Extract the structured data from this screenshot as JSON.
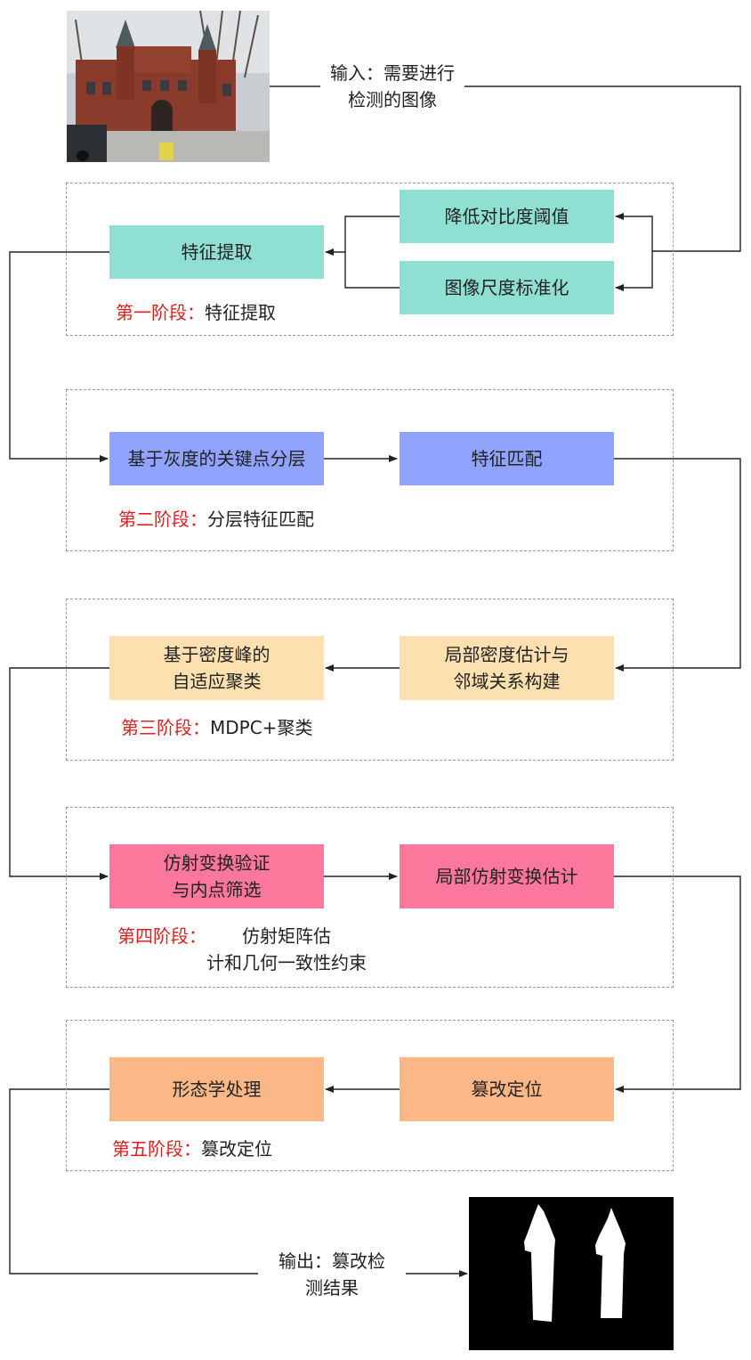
{
  "colors": {
    "teal": "#8fe0d2",
    "blue": "#8fa3ff",
    "peach": "#fde0b0",
    "pink": "#fb779b",
    "orange": "#fbb785",
    "stage_label_red": "#e02020"
  },
  "input": {
    "text": "输入：需要进行\n检测的图像",
    "image_icon": "building-photo"
  },
  "output": {
    "text": "输出：篡改检\n测结果",
    "image_icon": "tamper-mask"
  },
  "stages": [
    {
      "label_red": "第一阶段：",
      "label_rest": "特征提取",
      "boxes": [
        "降低对比度阈值",
        "图像尺度标准化",
        "特征提取"
      ]
    },
    {
      "label_red": "第二阶段：",
      "label_rest": "分层特征匹配",
      "boxes": [
        "基于灰度的关键点分层",
        "特征匹配"
      ]
    },
    {
      "label_red": "第三阶段：",
      "label_rest": "MDPC+聚类",
      "boxes": [
        "局部密度估计与\n邻域关系构建",
        "基于密度峰的\n自适应聚类"
      ]
    },
    {
      "label_red": "第四阶段：",
      "label_rest": "仿射矩阵估\n计和几何一致性约束",
      "boxes": [
        "仿射变换验证\n与内点筛选",
        "局部仿射变换估计"
      ]
    },
    {
      "label_red": "第五阶段：",
      "label_rest": "篡改定位",
      "boxes": [
        "篡改定位",
        "形态学处理"
      ]
    }
  ]
}
